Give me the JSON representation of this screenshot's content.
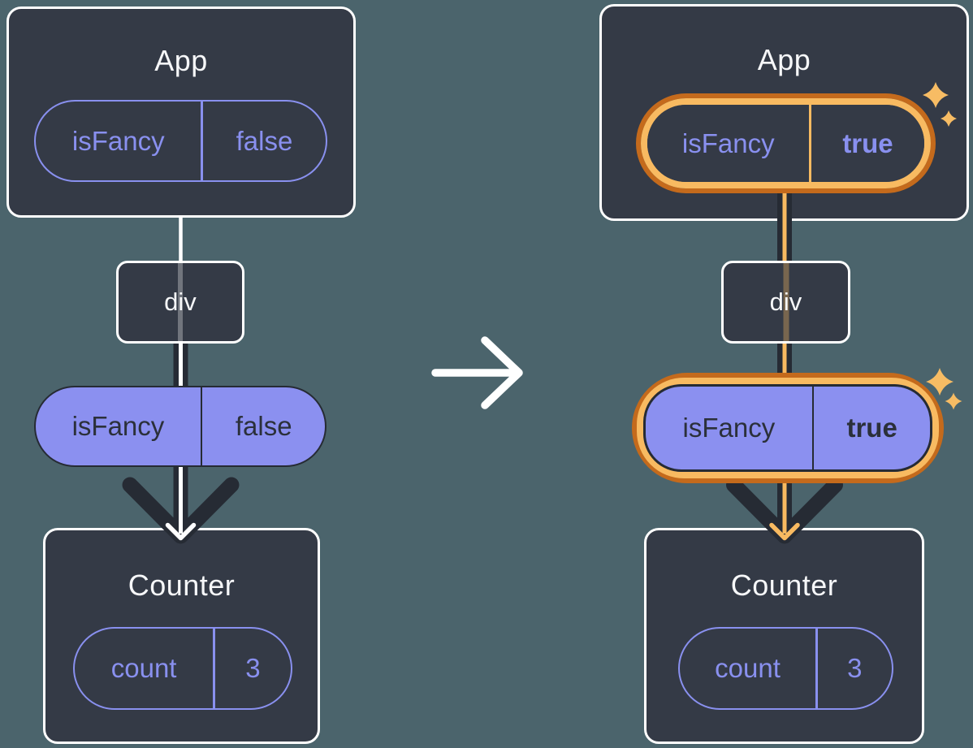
{
  "diagram": {
    "before": {
      "app": {
        "title": "App",
        "state": {
          "name": "isFancy",
          "value": "false"
        }
      },
      "container": {
        "label": "div"
      },
      "prop": {
        "name": "isFancy",
        "value": "false"
      },
      "counter": {
        "title": "Counter",
        "state": {
          "name": "count",
          "value": "3"
        }
      }
    },
    "after": {
      "app": {
        "title": "App",
        "state": {
          "name": "isFancy",
          "value": "true"
        }
      },
      "container": {
        "label": "div"
      },
      "prop": {
        "name": "isFancy",
        "value": "true"
      },
      "counter": {
        "title": "Counter",
        "state": {
          "name": "count",
          "value": "3"
        }
      }
    }
  },
  "icons": {
    "transition": "arrow-right-icon",
    "prop_flow": "arrow-down-icon",
    "highlight": "sparkle-icon"
  },
  "colors": {
    "background": "#4B646C",
    "card_fill": "#343A46",
    "card_border": "#FFFFFF",
    "title_text": "#F6F7F9",
    "purple_accent": "#8990EF",
    "purple_fill": "#8B90F0",
    "ink_dark": "#262B34",
    "highlight_outer": "#C46A1C",
    "highlight_inner": "#F8BA61",
    "sparkle": "#F7BC64",
    "transition_arrow": "#FFFFFF"
  }
}
